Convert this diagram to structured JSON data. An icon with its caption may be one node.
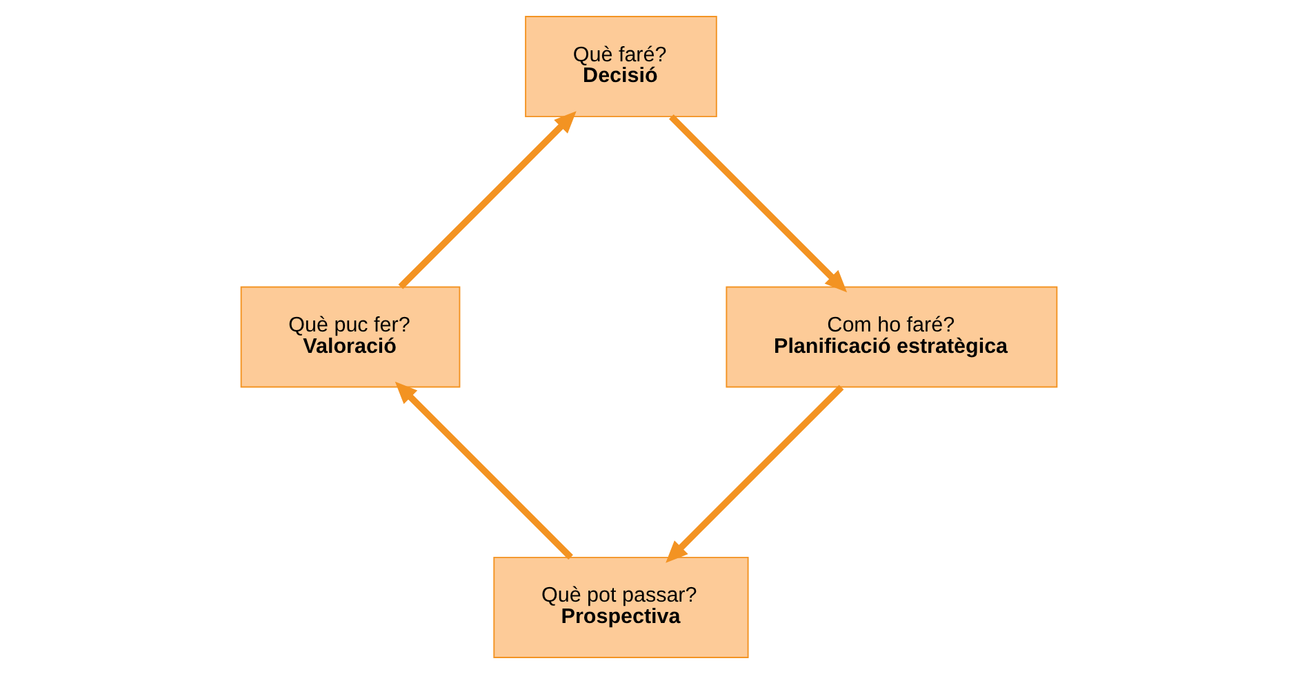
{
  "diagram": {
    "nodes": [
      {
        "text": [
          "Què pot passar?",
          "Prospectiva"
        ]
      },
      {
        "text": [
          "Què puc fer?",
          "Valoració"
        ]
      },
      {
        "text": [
          "Què faré?",
          "Decisió"
        ]
      },
      {
        "text": [
          "Com ho faré?",
          "Planificació estratègica"
        ]
      }
    ],
    "edges": [
      {
        "from": 0,
        "to": 1,
        "arrow": "to"
      },
      {
        "from": 1,
        "to": 2,
        "arrow": "to"
      },
      {
        "from": 2,
        "to": 3,
        "arrow": "to"
      },
      {
        "from": 3,
        "to": 0,
        "arrow": "to"
      }
    ]
  }
}
